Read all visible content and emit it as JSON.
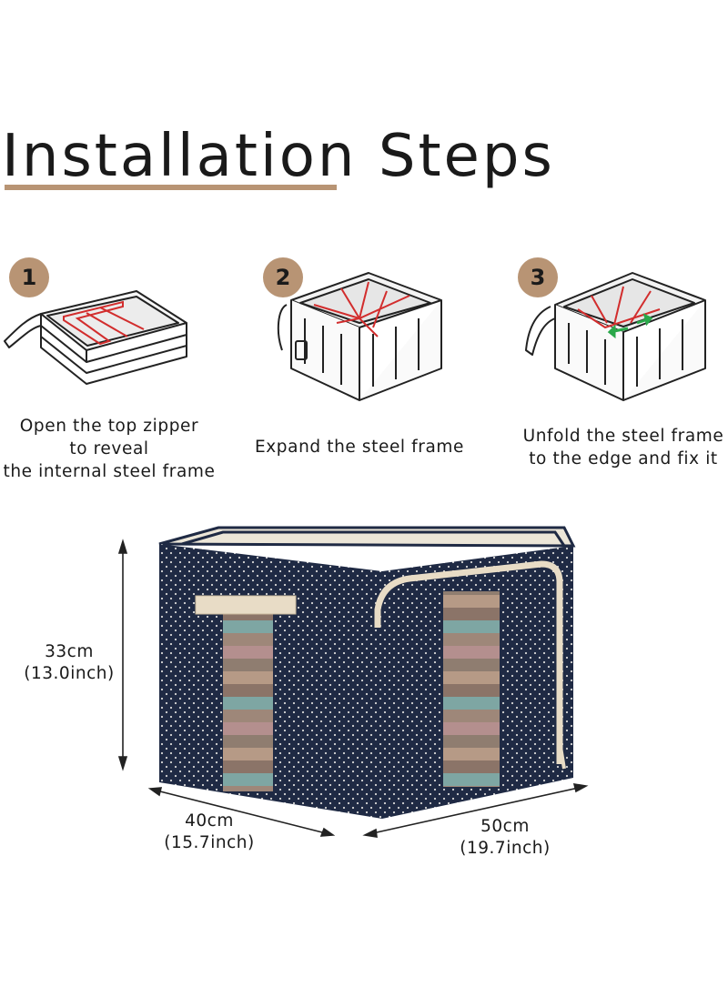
{
  "title": {
    "text": "Installation Steps"
  },
  "colors": {
    "accent": "#b89474",
    "frame_red": "#d22d2d",
    "fabric": "#1f2a44",
    "trim": "#e8dcc6",
    "arrow_green": "#2aa84a"
  },
  "steps": [
    {
      "number": "1",
      "caption": [
        "Open the top zipper",
        "to reveal",
        "the internal steel frame"
      ]
    },
    {
      "number": "2",
      "caption": [
        "Expand the steel frame"
      ]
    },
    {
      "number": "3",
      "caption": [
        "Unfold the steel frame",
        "to the edge and fix it"
      ]
    }
  ],
  "dimensions": {
    "height": {
      "metric": "33cm",
      "imperial": "(13.0inch)"
    },
    "width": {
      "metric": "40cm",
      "imperial": "(15.7inch)"
    },
    "depth": {
      "metric": "50cm",
      "imperial": "(19.7inch)"
    }
  }
}
